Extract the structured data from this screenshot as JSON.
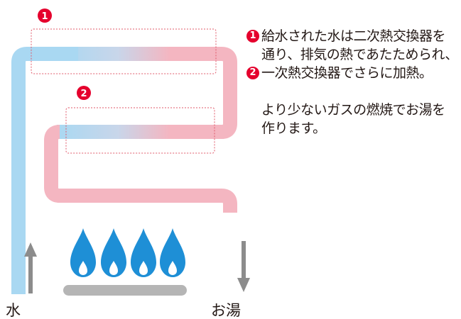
{
  "labels": {
    "water": "水",
    "hot_water": "お湯"
  },
  "markers": {
    "one": "1",
    "two": "2"
  },
  "description": {
    "step1": "給水された水は二次熱交換器を通り、排気の熱であたためられ、",
    "step2": "一次熱交換器でさらに加熱。",
    "summary": "より少ないガスの燃焼でお湯を作ります。"
  },
  "colors": {
    "cold_pipe": "#a9d8f2",
    "warm_pipe": "#f4b6c1",
    "hot_outlet": "#ee6f7c",
    "badge": "#e5002d",
    "flame_outer": "#1e8fd6",
    "flame_inner": "#ffffff",
    "burner": "#b5b5b5",
    "arrow": "#8c8c8c",
    "exchanger_outline": "#e0596a"
  }
}
